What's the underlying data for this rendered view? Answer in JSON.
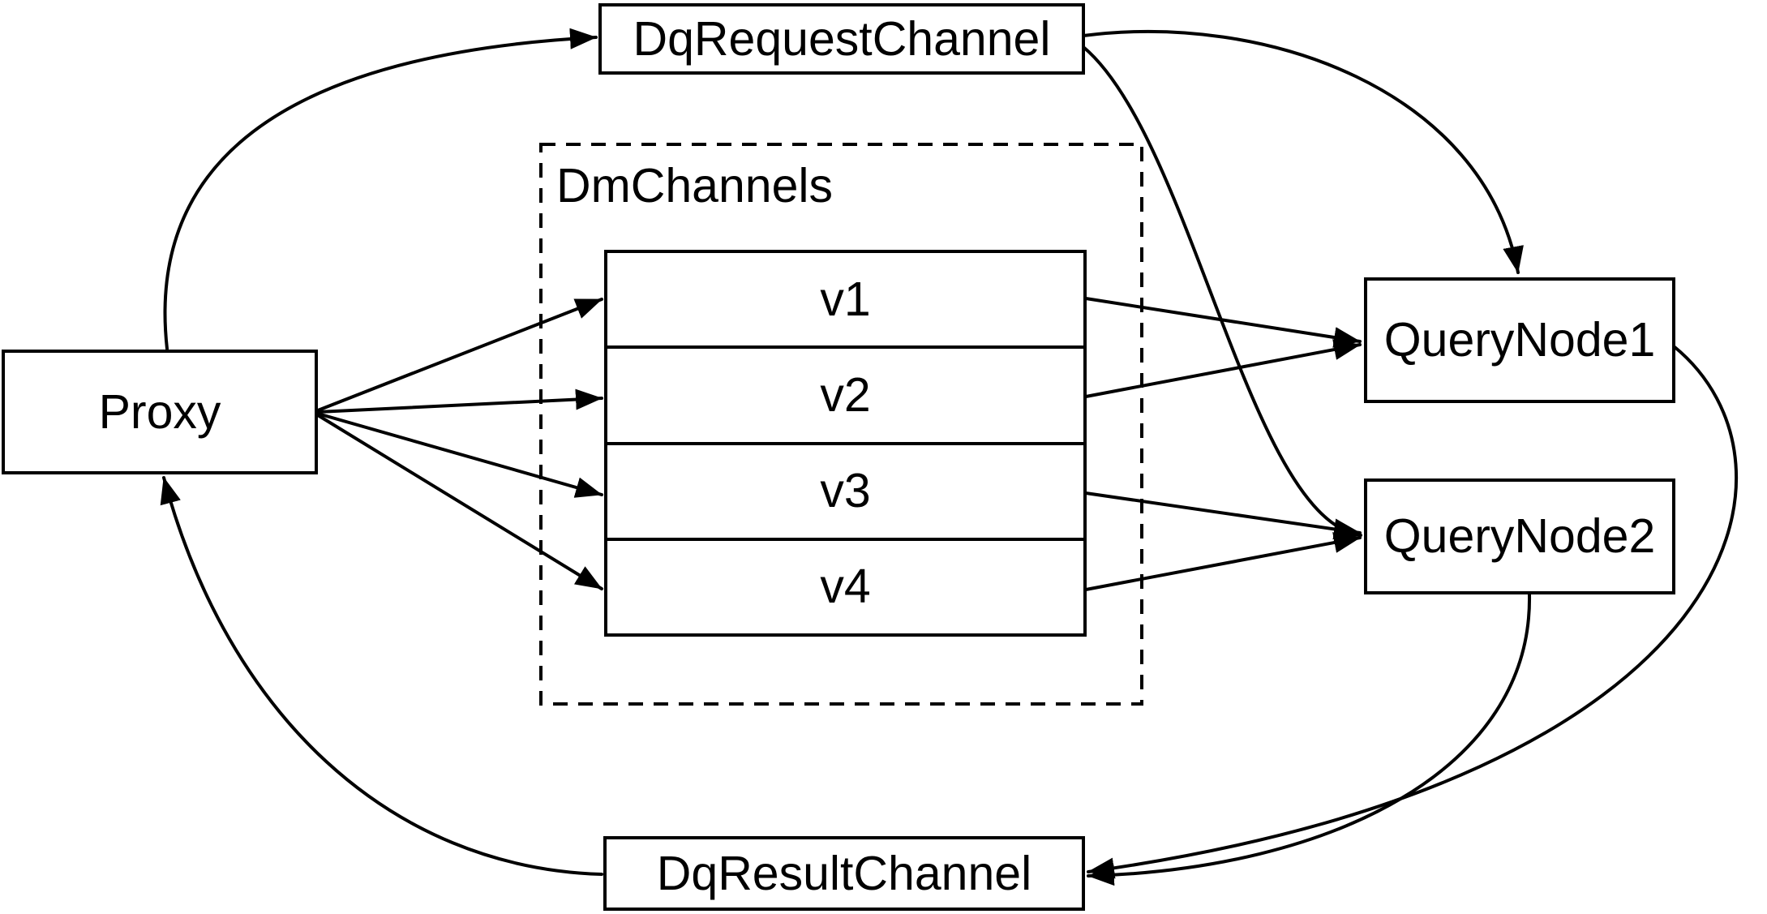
{
  "nodes": {
    "dq_request": {
      "label": "DqRequestChannel"
    },
    "dm_channels": {
      "label": "DmChannels"
    },
    "channels": [
      {
        "label": "v1"
      },
      {
        "label": "v2"
      },
      {
        "label": "v3"
      },
      {
        "label": "v4"
      }
    ],
    "proxy": {
      "label": "Proxy"
    },
    "query_node_1": {
      "label": "QueryNode1"
    },
    "query_node_2": {
      "label": "QueryNode2"
    },
    "dq_result": {
      "label": "DqResultChannel"
    }
  },
  "edges": [
    {
      "from": "Proxy",
      "to": "DqRequestChannel"
    },
    {
      "from": "DqRequestChannel",
      "to": "QueryNode1"
    },
    {
      "from": "DqRequestChannel",
      "to": "QueryNode2"
    },
    {
      "from": "Proxy",
      "to": "v1"
    },
    {
      "from": "Proxy",
      "to": "v2"
    },
    {
      "from": "Proxy",
      "to": "v3"
    },
    {
      "from": "Proxy",
      "to": "v4"
    },
    {
      "from": "v1",
      "to": "QueryNode1"
    },
    {
      "from": "v2",
      "to": "QueryNode1"
    },
    {
      "from": "v3",
      "to": "QueryNode2"
    },
    {
      "from": "v4",
      "to": "QueryNode2"
    },
    {
      "from": "QueryNode1",
      "to": "DqResultChannel"
    },
    {
      "from": "QueryNode2",
      "to": "DqResultChannel"
    },
    {
      "from": "DqResultChannel",
      "to": "Proxy"
    }
  ],
  "colors": {
    "stroke": "#000000",
    "background": "#ffffff"
  }
}
